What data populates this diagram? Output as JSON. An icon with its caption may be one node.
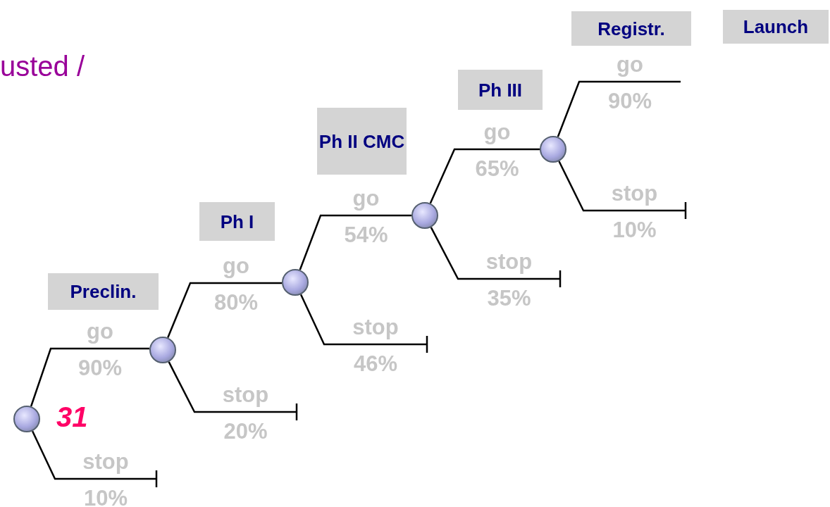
{
  "diagram": {
    "nodes": [
      {
        "text": [
          "Preclin."
        ]
      },
      {
        "text": [
          "Ph I"
        ]
      },
      {
        "text": [
          "Ph II CMC"
        ]
      },
      {
        "text": [
          "Ph III"
        ]
      },
      {
        "text": [
          "Registr."
        ]
      },
      {
        "text": [
          "Launch"
        ]
      },
      {
        "text": [],
        "shape": "circle",
        "beside": [
          "31"
        ]
      },
      {
        "text": [],
        "shape": "circle"
      },
      {
        "text": [],
        "shape": "circle"
      },
      {
        "text": [],
        "shape": "circle"
      },
      {
        "text": [],
        "shape": "circle"
      }
    ],
    "edges": [
      {
        "from": 6,
        "to": 7,
        "arrow": "none",
        "label": "go 90%"
      },
      {
        "from": 6,
        "to": null,
        "arrow": "other",
        "label": "stop 10%"
      },
      {
        "from": 7,
        "to": 8,
        "arrow": "none",
        "label": "go 80%"
      },
      {
        "from": 7,
        "to": null,
        "arrow": "other",
        "label": "stop 20%"
      },
      {
        "from": 8,
        "to": 9,
        "arrow": "none",
        "label": "go 54%"
      },
      {
        "from": 8,
        "to": null,
        "arrow": "other",
        "label": "stop 46%"
      },
      {
        "from": 9,
        "to": 10,
        "arrow": "none",
        "label": "go 65%"
      },
      {
        "from": 9,
        "to": null,
        "arrow": "other",
        "label": "stop 35%"
      },
      {
        "from": 10,
        "to": null,
        "arrow": "none",
        "label": "go 90%"
      },
      {
        "from": 10,
        "to": null,
        "arrow": "other",
        "label": "stop 10%"
      }
    ],
    "labels": [
      "usted /"
    ]
  }
}
